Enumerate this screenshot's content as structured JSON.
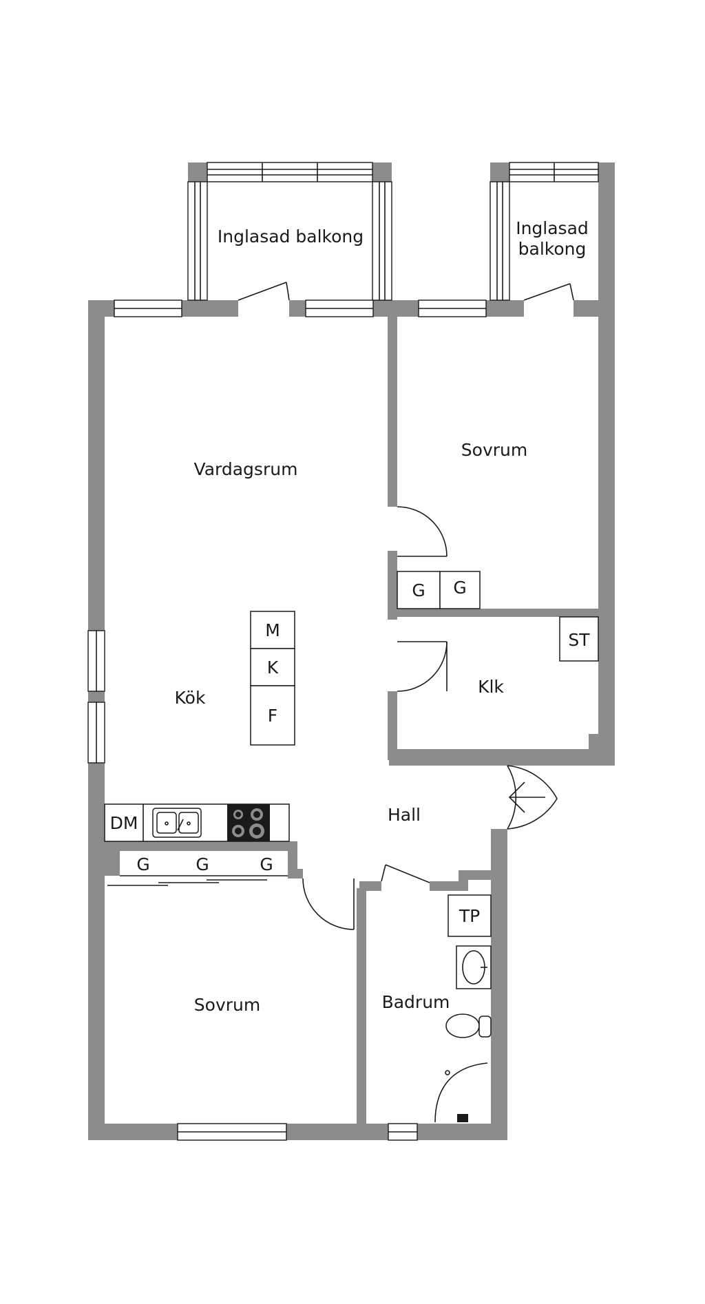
{
  "rooms": {
    "balcony_left": "Inglasad balkong",
    "balcony_right_line1": "Inglasad",
    "balcony_right_line2": "balkong",
    "living": "Vardagsrum",
    "bedroom_top": "Sovrum",
    "kitchen": "Kök",
    "closet": "Klk",
    "hall": "Hall",
    "bedroom_bottom": "Sovrum",
    "bathroom": "Badrum"
  },
  "fixtures": {
    "island": [
      "M",
      "K",
      "F"
    ],
    "wardrobe_top": [
      "G",
      "G"
    ],
    "storage": "ST",
    "dishwasher": "DM",
    "wardrobe_bottom": [
      "G",
      "G",
      "G"
    ],
    "laundry": "TP"
  },
  "colors": {
    "wall": "#8c8c8c",
    "line": "#1a1a1a",
    "background": "#ffffff"
  }
}
